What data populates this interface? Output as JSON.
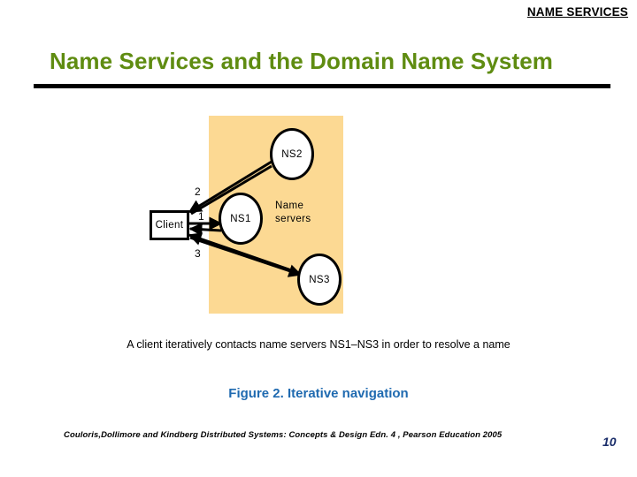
{
  "slide": {
    "header": "NAME SERVICES",
    "title": "Name Services and the Domain Name System",
    "page_number": "10",
    "credit": "Couloris,Dollimore and Kindberg  Distributed Systems: Concepts & Design  Edn. 4 , Pearson Education 2005",
    "colors": {
      "title": "#5f8c11",
      "caption": "#1f6ab0",
      "panel": "#fcd993",
      "page_number": "#1c2f6b",
      "stroke": "#000000"
    }
  },
  "figure": {
    "caption": "Figure 2. Iterative navigation",
    "description": "A client iteratively contacts name servers NS1–NS3 in order to resolve a name",
    "panel_label_line1": "Name",
    "panel_label_line2": "servers",
    "nodes": [
      {
        "id": "client",
        "label": "Client",
        "shape": "box"
      },
      {
        "id": "ns1",
        "label": "NS1",
        "shape": "ellipse"
      },
      {
        "id": "ns2",
        "label": "NS2",
        "shape": "ellipse"
      },
      {
        "id": "ns3",
        "label": "NS3",
        "shape": "ellipse"
      }
    ],
    "steps": [
      {
        "label": "1",
        "from": "client",
        "to": "ns1"
      },
      {
        "label": "2",
        "from": "ns2",
        "to": "client"
      },
      {
        "label": "3",
        "from": "ns3",
        "to": "client"
      }
    ]
  }
}
